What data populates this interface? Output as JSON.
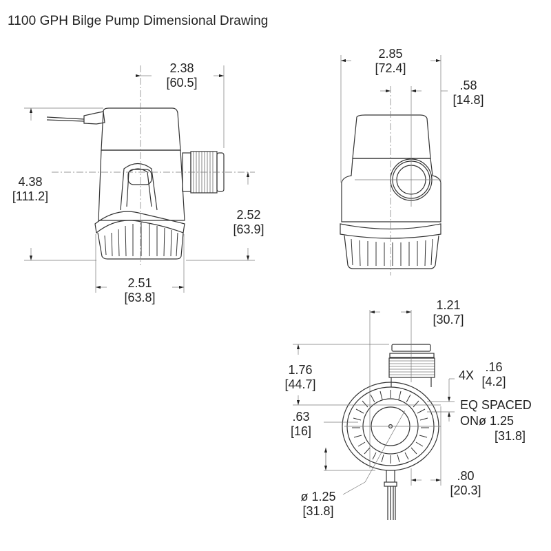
{
  "title": "1100 GPH Bilge Pump Dimensional Drawing",
  "views": {
    "side": {
      "overall_height": {
        "in": "4.38",
        "mm": "[111.2]"
      },
      "top_width": {
        "in": "2.38",
        "mm": "[60.5]"
      },
      "outlet_height": {
        "in": "2.52",
        "mm": "[63.9]"
      },
      "base_width": {
        "in": "2.51",
        "mm": "[63.8]"
      }
    },
    "front": {
      "overall_width": {
        "in": "2.85",
        "mm": "[72.4]"
      },
      "outlet_offset": {
        "in": ".58",
        "mm": "[14.8]"
      }
    },
    "bottom": {
      "outlet_offset": {
        "in": "1.21",
        "mm": "[30.7]"
      },
      "outlet_length": {
        "in": "1.76",
        "mm": "[44.7]"
      },
      "hole_offset": {
        "in": ".63",
        "mm": "[16]"
      },
      "hole_spacing": {
        "in": ".80",
        "mm": "[20.3]"
      },
      "circle_dia": {
        "in": "ø 1.25",
        "mm": "[31.8]"
      },
      "holes_note": {
        "count": "4X",
        "size_in": ".16",
        "size_mm": "[4.2]",
        "line1": "EQ SPACED",
        "line2": "ONø 1.25",
        "line3": "[31.8]"
      }
    }
  },
  "colors": {
    "line": "#333333",
    "dim_line": "#666666"
  }
}
